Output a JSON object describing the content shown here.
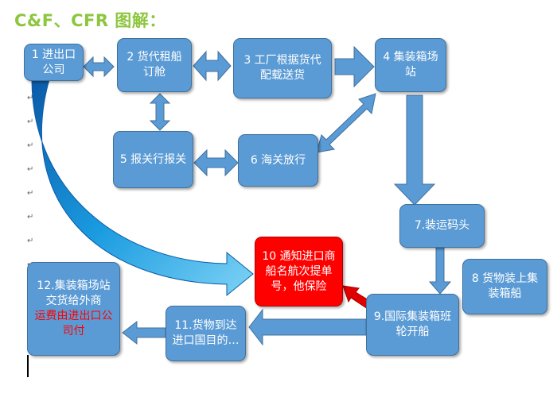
{
  "title": "C&F、CFR 图解：",
  "nodes": {
    "n1": {
      "label": "1 进出口公司"
    },
    "n2": {
      "label": "2 货代租船订舱"
    },
    "n3": {
      "label": "3 工厂根据货代配载送货"
    },
    "n4": {
      "label": "4 集装箱场站"
    },
    "n5": {
      "label": "5 报关行报关"
    },
    "n6": {
      "label": "6 海关放行"
    },
    "n7": {
      "label": "7.装运码头"
    },
    "n8": {
      "label": "8 货物装上集装箱船"
    },
    "n9": {
      "label": "9.国际集装箱班轮开船"
    },
    "n10": {
      "label": "10 通知进口商船名航次提单号，他保险"
    },
    "n11": {
      "label": "11.货物到达进口国目的…"
    },
    "n12": {
      "label": "12.集装箱场站交货给外商",
      "highlight": "运费由进出口公司付"
    }
  },
  "paragraph_mark": "↵",
  "colors": {
    "node_fill": "#5b9bd5",
    "node_border": "#41719c",
    "red_node_fill": "#ff0000",
    "title": "#8dc63f",
    "highlight_text": "#ff0000",
    "arrow_fill": "#5b9bd5",
    "arrow_gradient_start": "#1a9be0",
    "arrow_gradient_end": "#0b5aa8"
  }
}
